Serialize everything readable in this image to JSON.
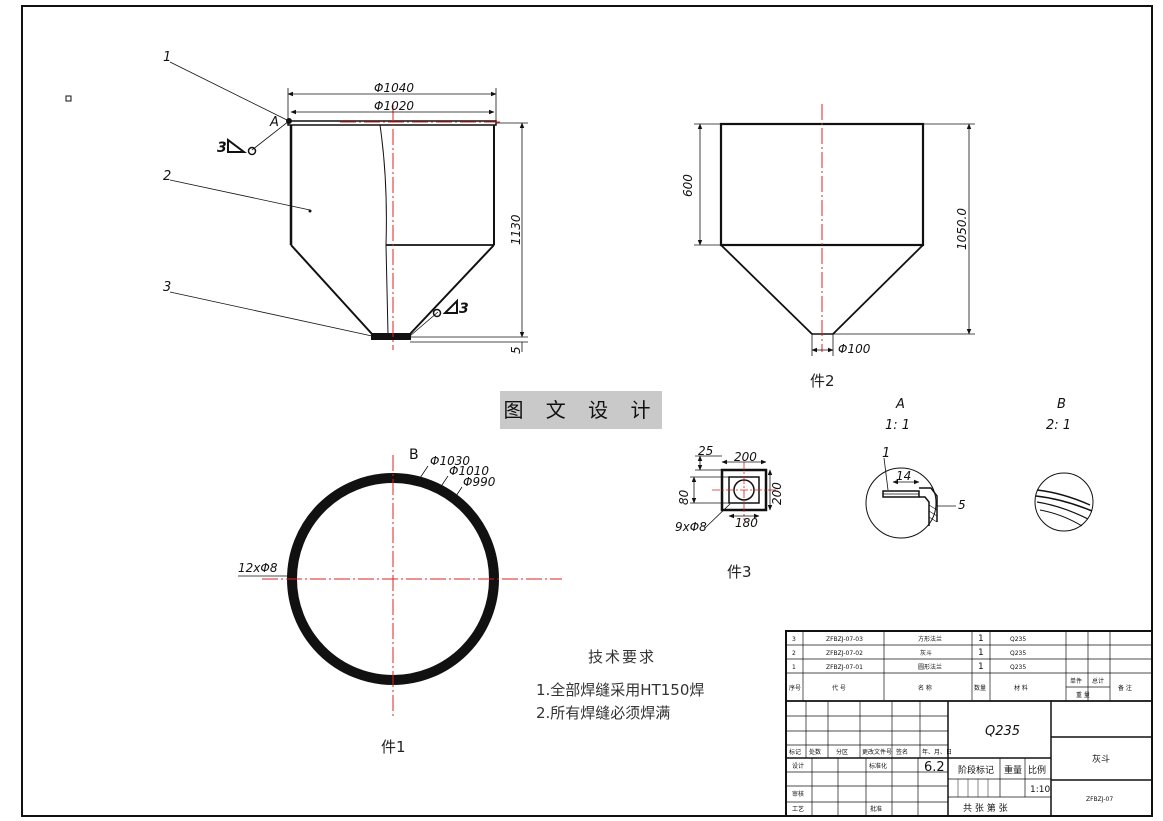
{
  "watermark": "图 文 设 计",
  "balloons": {
    "1": "1",
    "2": "2",
    "3": "3"
  },
  "dims_front": {
    "d1040": "Φ1040",
    "d1020": "Φ1020",
    "h1130": "1130",
    "h5": "5",
    "view_a": "A",
    "weld_top": "3",
    "weld_bottom": "3"
  },
  "dims_part2": {
    "h600": "600",
    "h1050": "1050.0",
    "d100": "Φ100",
    "caption": "件2"
  },
  "dims_part1": {
    "view_b": "B",
    "d1030": "Φ1030",
    "d1010": "Φ1010",
    "d990": "Φ990",
    "holes": "12xΦ8",
    "caption": "件1"
  },
  "dims_part3": {
    "d25": "25",
    "d200a": "200",
    "d200b": "200",
    "d80": "80",
    "d180": "180",
    "holes": "9xΦ8",
    "caption": "件3"
  },
  "detail_a": {
    "title": "A",
    "scale": "1:  1",
    "d14": "14",
    "d5": "5",
    "balloon": "1"
  },
  "detail_b": {
    "title": "B",
    "scale": "2:  1"
  },
  "tech": {
    "title": "技术要求",
    "line1": "1.全部焊缝采用HT150焊",
    "line2": "2.所有焊缝必须焊满"
  },
  "title_block": {
    "bom": [
      {
        "no": "3",
        "code": "ZFBZJ-07-03",
        "name": "方形法兰",
        "qty": "1",
        "mat": "Q235"
      },
      {
        "no": "2",
        "code": "ZFBZJ-07-02",
        "name": "灰斗",
        "qty": "1",
        "mat": "Q235"
      },
      {
        "no": "1",
        "code": "ZFBZJ-07-01",
        "name": "圆形法兰",
        "qty": "1",
        "mat": "Q235"
      }
    ],
    "bom_header": {
      "no": "序号",
      "code": "代  号",
      "name": "名  称",
      "qty": "数量",
      "mat": "材  料",
      "unit": "单件",
      "total": "总计",
      "weight": "重  量",
      "remark": "备  注"
    },
    "material": "Q235",
    "drawing_name": "灰斗",
    "drawing_code": "ZFBZJ-07",
    "ra": "6.2",
    "scale": "1:10",
    "stage_label": "阶段标记",
    "weight_label": "重量",
    "scale_label": "比例",
    "sheets_label": "共   张   第   张",
    "rev_row": [
      "标记",
      "处数",
      "分区",
      "更改文件号",
      "签名",
      "年、月、日"
    ],
    "sign_design": "设计",
    "sign_std": "标准化",
    "sign_check": "审核",
    "sign_process": "工艺",
    "sign_approve": "批准"
  }
}
